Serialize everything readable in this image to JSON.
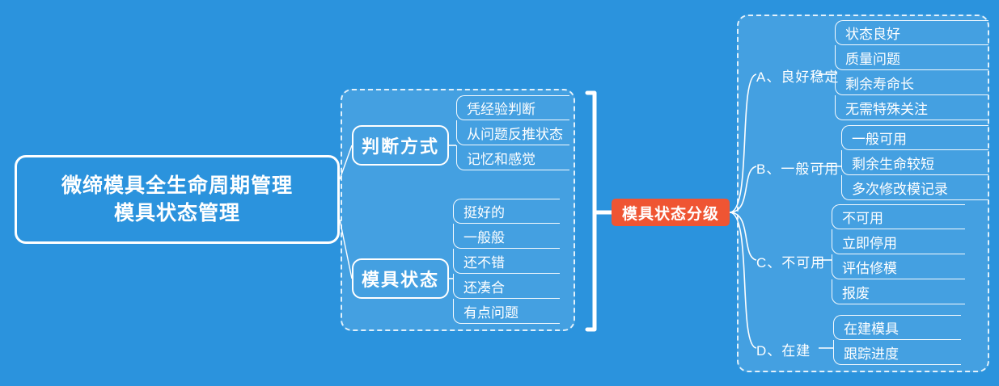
{
  "diagram": {
    "background_color": "#2b93dd",
    "accent_color": "#ef5533",
    "root": {
      "line1": "微缔模具全生命周期管理",
      "line2": "模具状态管理"
    },
    "center": {
      "label": "模具状态分级"
    },
    "left_branches": [
      {
        "label": "判断方式",
        "children": [
          "凭经验判断",
          "从问题反推状态",
          "记忆和感觉"
        ]
      },
      {
        "label": "模具状态",
        "children": [
          "挺好的",
          "一般般",
          "还不错",
          "还凑合",
          "有点问题"
        ]
      }
    ],
    "right_groups": [
      {
        "label": "A、良好稳定",
        "children": [
          "状态良好",
          "质量问题",
          "剩余寿命长",
          "无需特殊关注"
        ]
      },
      {
        "label": "B、一般可用",
        "children": [
          "一般可用",
          "剩余生命较短",
          "多次修改模记录"
        ]
      },
      {
        "label": "C、不可用",
        "children": [
          "不可用",
          "立即停用",
          "评估修模",
          "报废"
        ]
      },
      {
        "label": "D、在建",
        "children": [
          "在建模具",
          "跟踪进度"
        ]
      }
    ]
  }
}
